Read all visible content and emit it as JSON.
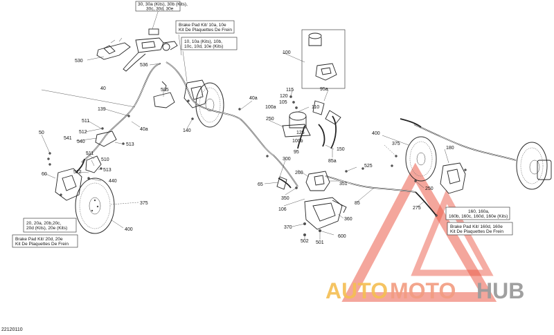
{
  "figure_id": "22120110",
  "callouts": {
    "c530": "530",
    "c536": "536",
    "c535": "535",
    "c40": "40",
    "c40a_left": "40a",
    "c139": "139",
    "c140": "140",
    "c511a": "511",
    "c511b": "511",
    "c512a": "512",
    "c512b": "512",
    "c513a": "513",
    "c513b": "513",
    "c541": "541",
    "c540": "540",
    "c510": "510",
    "c50": "50",
    "c60": "60",
    "c440": "440",
    "c375_left": "375",
    "c400_left": "400",
    "c40a_mid": "40a",
    "c100": "100",
    "c115": "115",
    "c120": "120",
    "c105": "105",
    "c100a": "100a",
    "c95a": "95a",
    "c110": "110",
    "c250": "250",
    "c125": "125",
    "c100b": "100b",
    "c150": "150",
    "c95": "95",
    "c85a": "85a",
    "c300": "300",
    "c260": "260",
    "c65": "65",
    "c350": "350",
    "c351": "351",
    "c106": "106",
    "c525": "525",
    "c85": "85",
    "c360": "360",
    "c370": "370",
    "c600": "600",
    "c502": "502",
    "c501": "501",
    "c400_right": "400",
    "c375_right": "375",
    "c180": "180",
    "c250_right": "250",
    "c275": "275"
  },
  "boxes": {
    "top_kits": {
      "line1": "30, 30a (Kits), 30b (Kits),",
      "line2": "30c, 30d, 30e"
    },
    "brake_pad_top": {
      "line1": "Brake Pad Kit/ 10a, 10e",
      "line2": "Kit De Plaquettes De Frein"
    },
    "kits_10": {
      "line1": "10, 10a (Kits), 10b,",
      "line2": "10c, 10d, 10e (Kits)"
    },
    "kits_20": {
      "line1": "20, 20a, 20b,20c,",
      "line2": "20d (Kits), 20e (Kits)"
    },
    "brake_pad_left": {
      "line1": "Brake Pad Kit/ 20d, 20e",
      "line2": "Kit De Plaquettes De Frein"
    },
    "kits_160": {
      "line1": "160, 160a,",
      "line2": "160b, 160c, 160d, 160e (Kits)"
    },
    "brake_pad_right": {
      "line1": "Brake Pad Kit/ 160d, 160e",
      "line2": "Kit De Plaquettes De Frein"
    }
  },
  "watermark": {
    "word1": "AUTO",
    "word2": "MOTO",
    "word3": "HUB",
    "color1": "#f2b233",
    "color2": "#f08a6a",
    "color3": "#8a8a8a",
    "triangle_color": "#e8402a"
  }
}
